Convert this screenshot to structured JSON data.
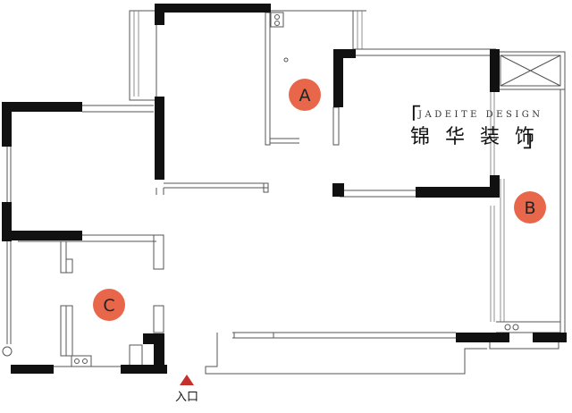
{
  "brand": {
    "english": "JADEITE DESIGN",
    "chinese": "锦 华 装 饰",
    "bracket_open": "「",
    "bracket_close": "」"
  },
  "markers": [
    {
      "label": "A"
    },
    {
      "label": "B"
    },
    {
      "label": "C"
    }
  ],
  "entrance": {
    "label": "入口"
  },
  "colors": {
    "marker": "#e8674a",
    "entrance_arrow": "#c4302b",
    "wall": "#111111"
  }
}
